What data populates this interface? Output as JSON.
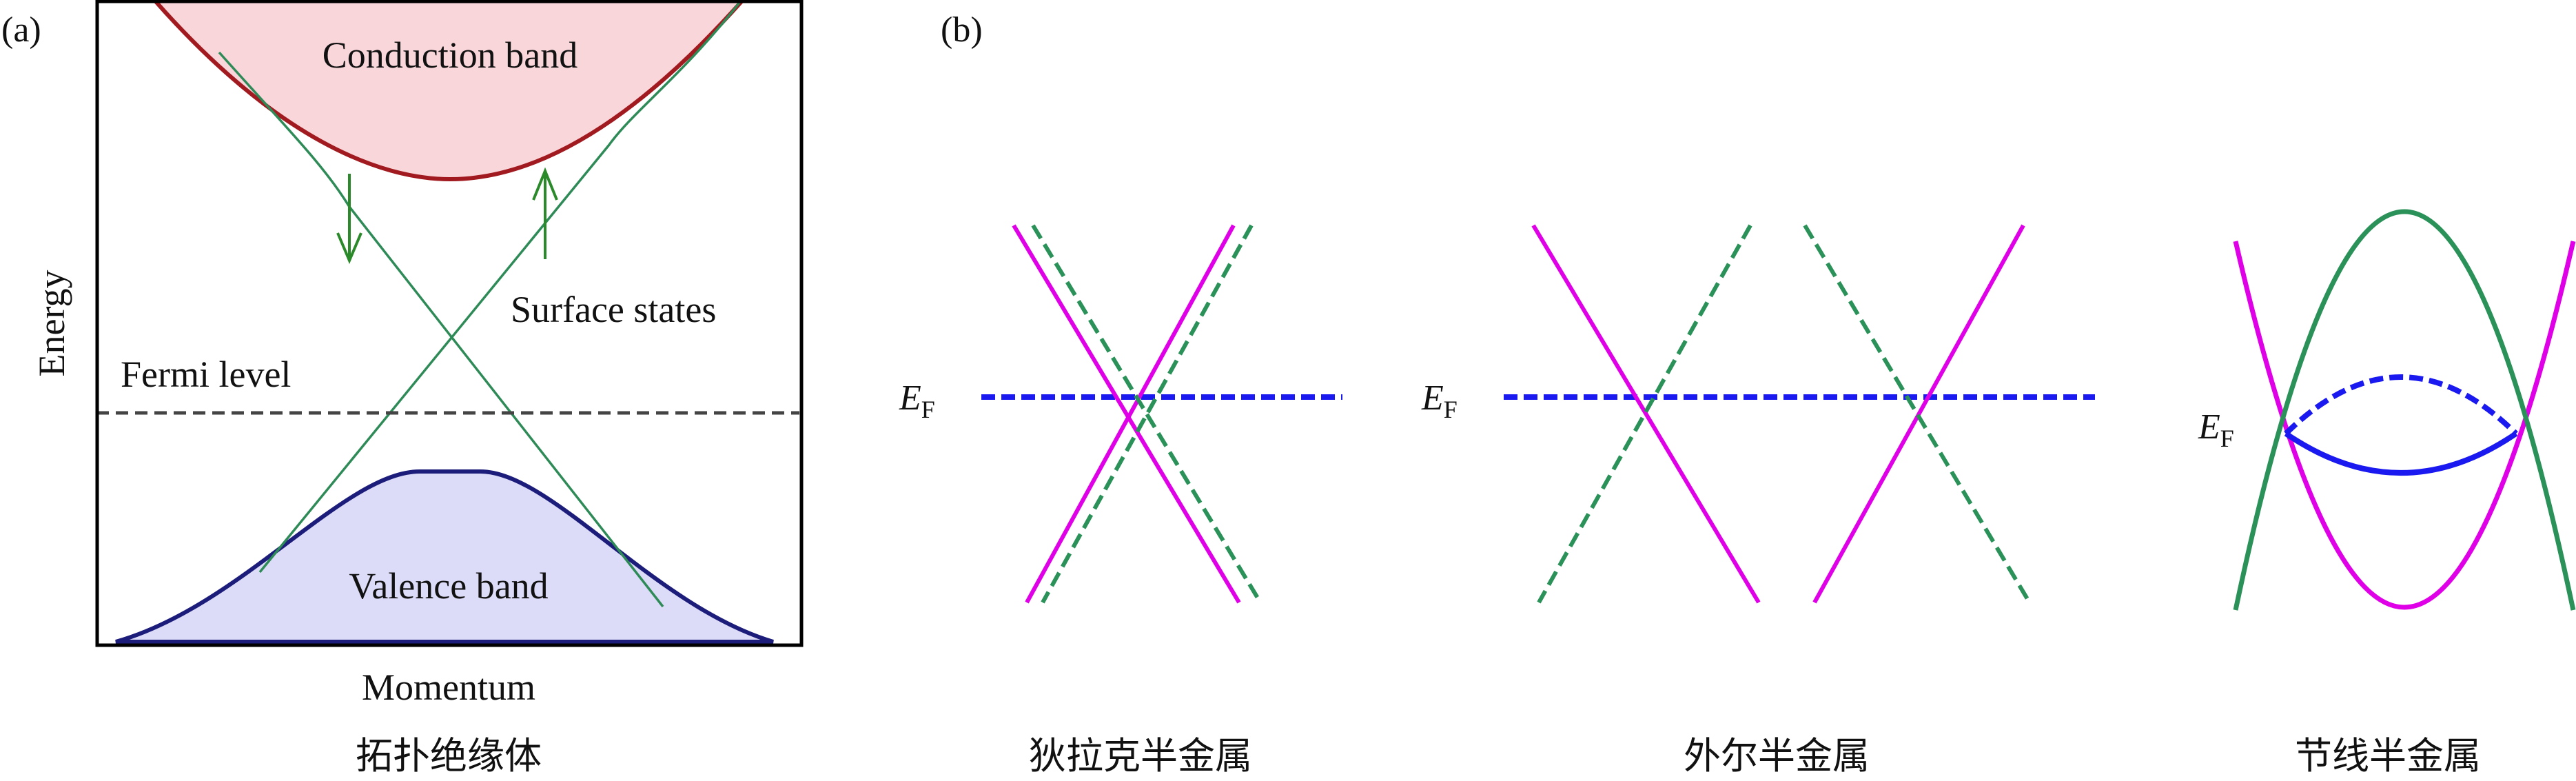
{
  "panel_a": {
    "tag": "(a)",
    "conduction_band": "Conduction band",
    "valence_band": "Valence band",
    "surface_states": "Surface states",
    "fermi_level": "Fermi level",
    "y_axis": "Energy",
    "x_axis": "Momentum",
    "caption": "拓扑绝缘体"
  },
  "panel_b": {
    "tag": "(b)",
    "ef_symbol": "E",
    "ef_subscript": "F",
    "captions": [
      "狄拉克半金属",
      "外尔半金属",
      "节线半金属"
    ]
  },
  "colors": {
    "conduction_fill": "#f9d6da",
    "conduction_stroke": "#a11a1f",
    "valence_fill": "#dcdcf8",
    "valence_stroke": "#1c1c7a",
    "surface": "#2e8b57",
    "magenta": "#e000e8",
    "green": "#2a9158",
    "blue": "#1a1af0"
  }
}
